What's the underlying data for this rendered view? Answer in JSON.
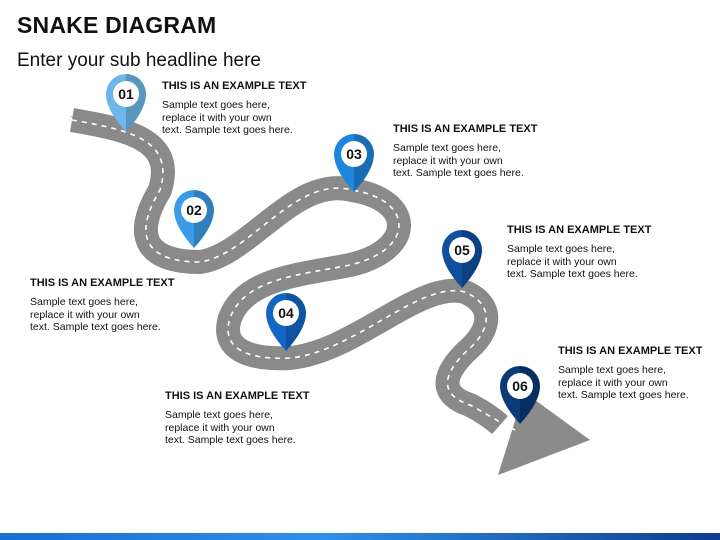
{
  "header": {
    "title": "SNAKE DIAGRAM",
    "subtitle": "Enter your sub headline here"
  },
  "steps": [
    {
      "number": "01",
      "heading": "THIS IS AN EXAMPLE TEXT",
      "body_lines": [
        "Sample text goes here,",
        "replace it with your own",
        "text. Sample text goes here."
      ],
      "color": "#6cb6ea"
    },
    {
      "number": "02",
      "heading": "THIS IS AN EXAMPLE TEXT",
      "body_lines": [
        "Sample text goes here,",
        "replace it with your own",
        "text. Sample text goes here."
      ],
      "color": "#3a9be6"
    },
    {
      "number": "03",
      "heading": "THIS IS AN EXAMPLE TEXT",
      "body_lines": [
        "Sample text goes here,",
        "replace it with your own",
        "text. Sample text goes here."
      ],
      "color": "#1f86e0"
    },
    {
      "number": "04",
      "heading": "THIS IS AN EXAMPLE TEXT",
      "body_lines": [
        "Sample text goes here,",
        "replace it with your own",
        "text. Sample text goes here."
      ],
      "color": "#1466c4"
    },
    {
      "number": "05",
      "heading": "THIS IS AN EXAMPLE TEXT",
      "body_lines": [
        "Sample text goes here,",
        "replace it with your own",
        "text. Sample text goes here."
      ],
      "color": "#0f4f9e"
    },
    {
      "number": "06",
      "heading": "THIS IS AN EXAMPLE TEXT",
      "body_lines": [
        "Sample text goes here,",
        "replace it with your own",
        "text. Sample text goes here."
      ],
      "color": "#0b3a78"
    }
  ],
  "colors": {
    "road": "#8a8a8a",
    "road_dash": "#ffffff",
    "bottom_bar": "#1a6ed1"
  }
}
